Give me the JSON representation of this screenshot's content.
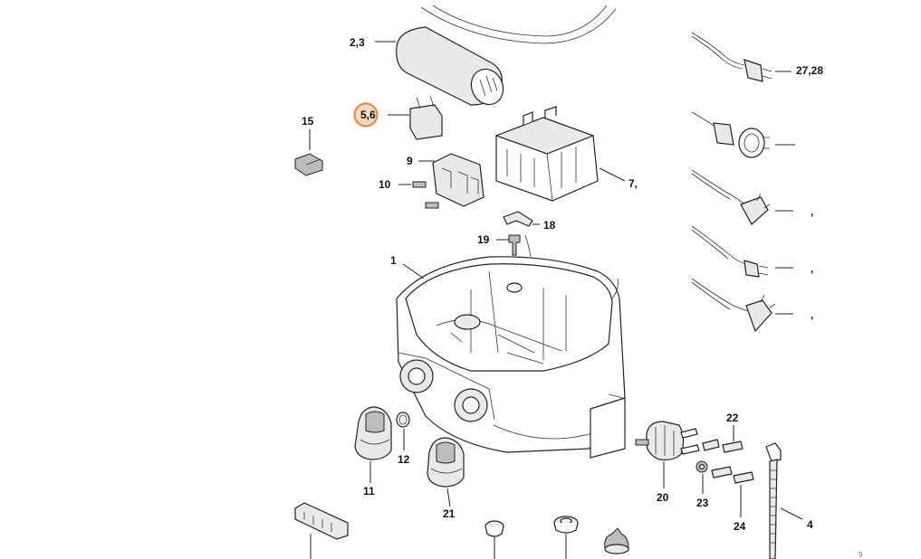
{
  "labels": {
    "capacitor": "2,3",
    "lid": "",
    "plug_eu": "27,28",
    "plug_cee": "",
    "plug_uk": ",",
    "plug_us": ",",
    "plug_au": ",",
    "relay_highlight": "5,6",
    "cap_15": "15",
    "socket_9": "9",
    "screw_10": "10",
    "contactor_7": "7,",
    "clip_18": "18",
    "screw_19": "19",
    "housing_1": "1",
    "oring_12": "12",
    "knob_11": "11",
    "knob_21": "21",
    "switch_20": "20",
    "pin_22": "22",
    "nut_23": "23",
    "pin_24": "24",
    "tie_4": "4",
    "corner": "9"
  },
  "colors": {
    "highlight_ring": "#e8823a",
    "highlight_fill": "#fbd9bf"
  }
}
